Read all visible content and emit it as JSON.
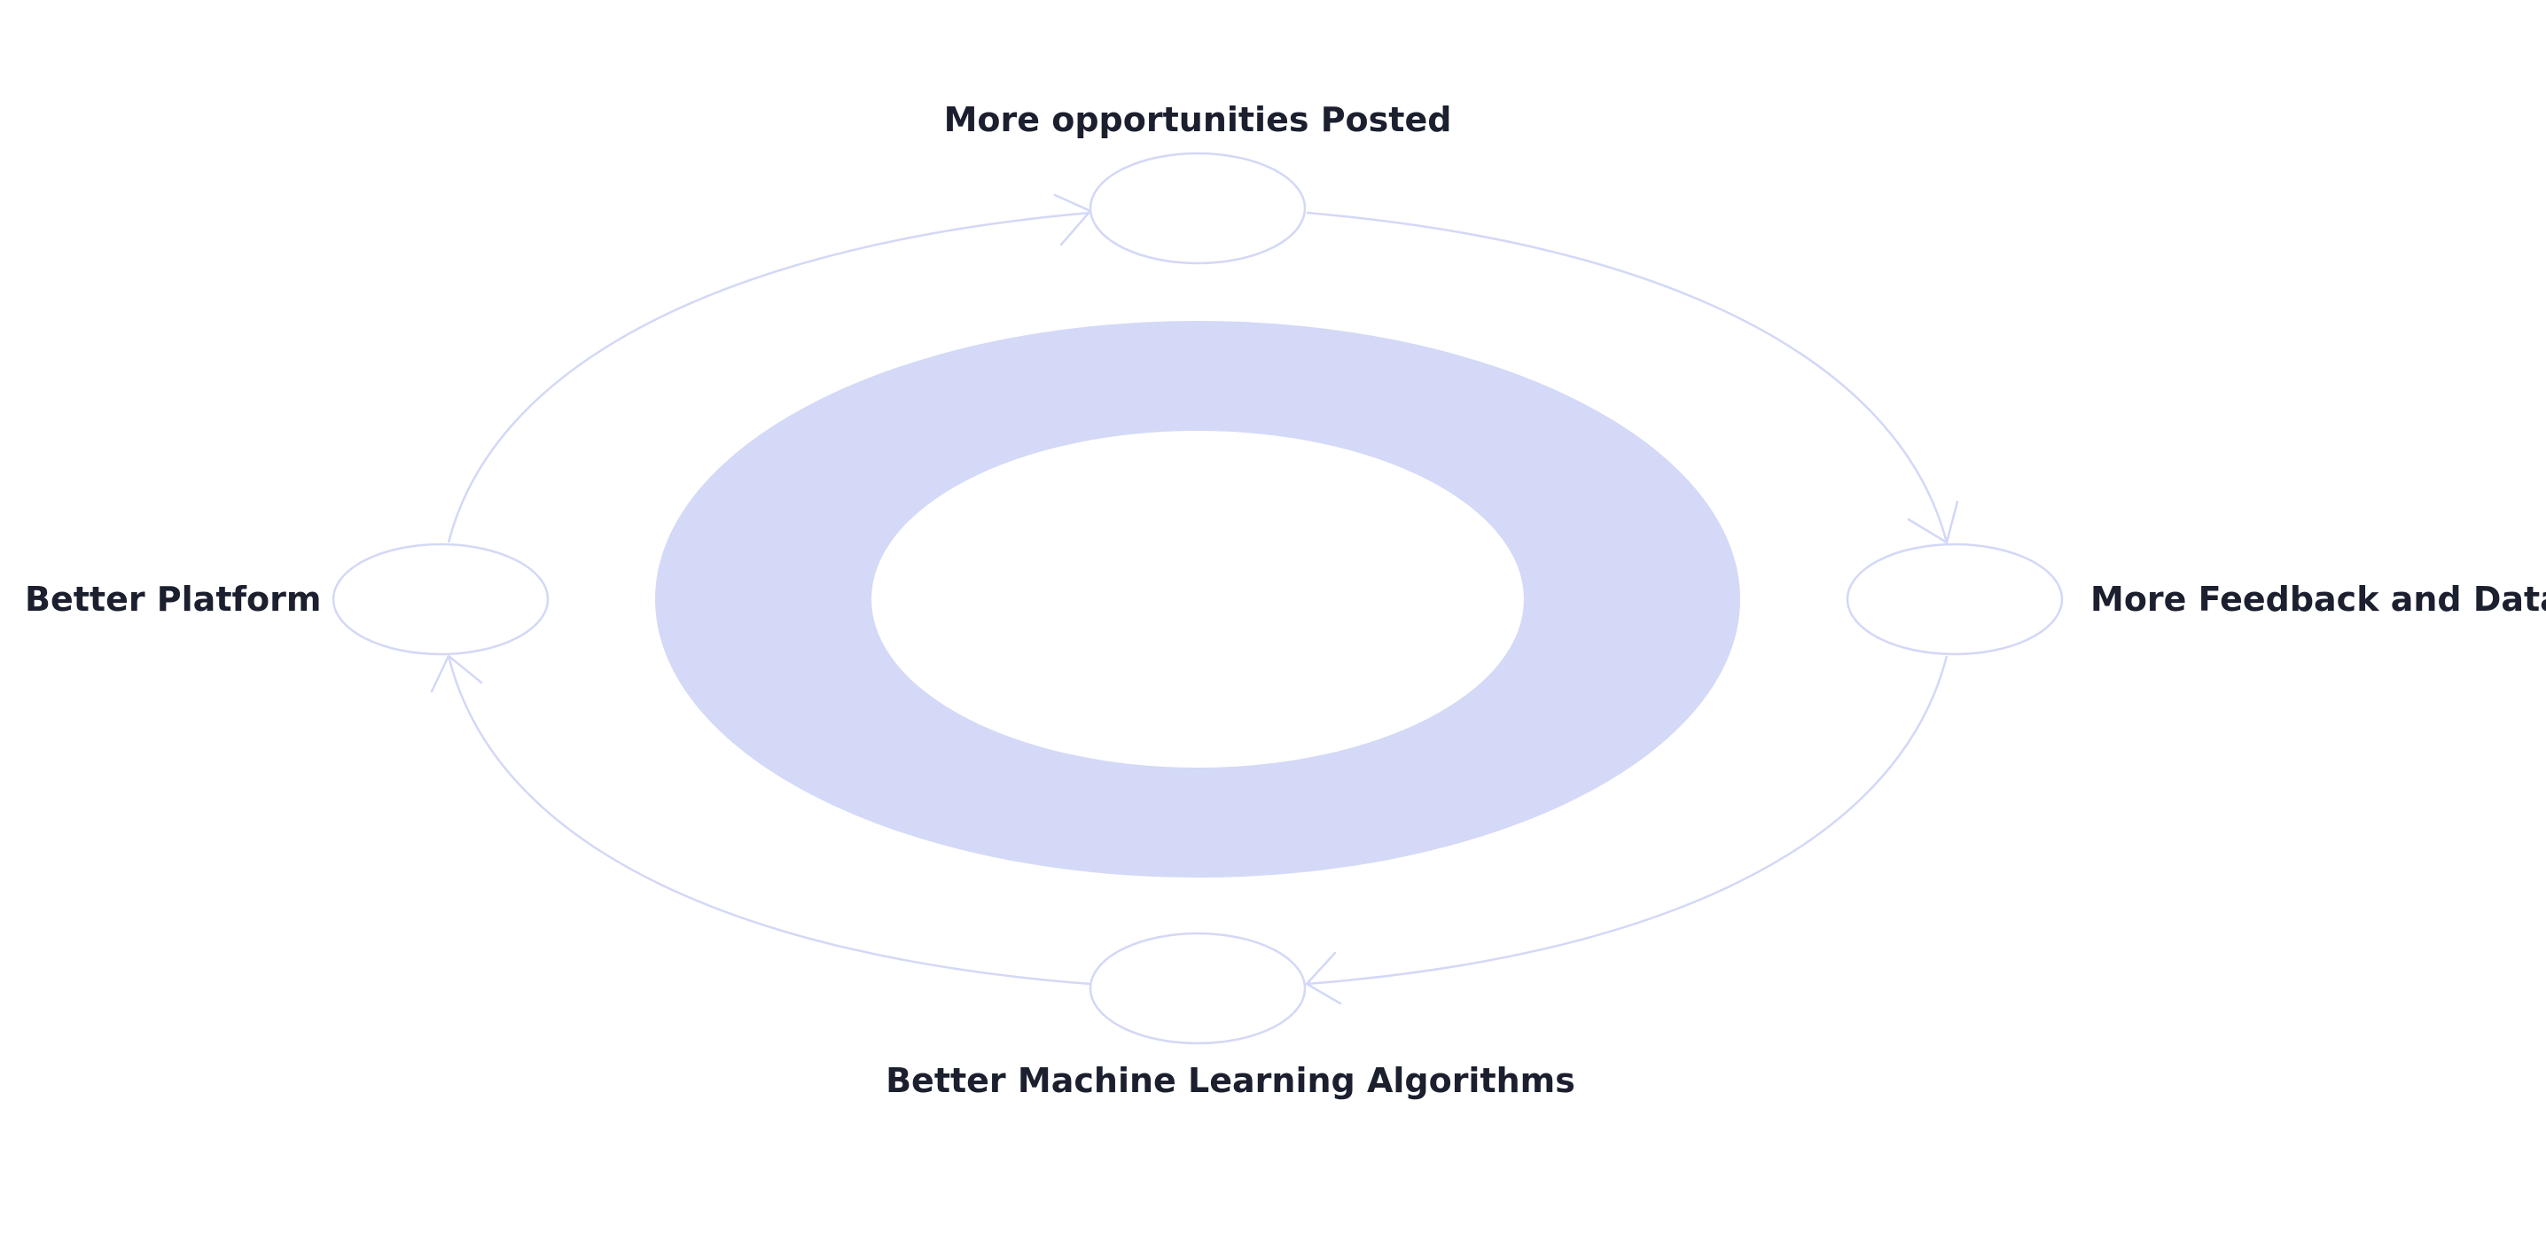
{
  "diagram": {
    "nodes": [
      {
        "id": "top",
        "label": "More opportunities Posted"
      },
      {
        "id": "right",
        "label": "More Feedback and Data"
      },
      {
        "id": "bottom",
        "label": "Better Machine Learning Algorithms"
      },
      {
        "id": "left",
        "label": "Better Platform"
      }
    ],
    "edges": [
      {
        "from": "top",
        "to": "right"
      },
      {
        "from": "right",
        "to": "bottom"
      },
      {
        "from": "bottom",
        "to": "left"
      },
      {
        "from": "left",
        "to": "top"
      }
    ],
    "colors": {
      "ring": "#d3d9f6",
      "stroke": "#d3d8f6",
      "label": "#1b1f2e",
      "background": "#ffffff"
    }
  }
}
